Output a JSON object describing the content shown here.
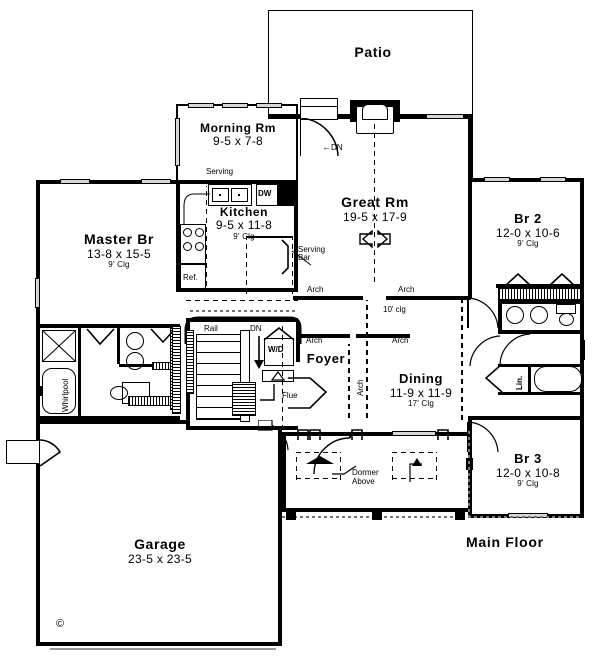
{
  "plan": {
    "floor_label": "Main Floor",
    "copyright_symbol": "©"
  },
  "rooms": [
    {
      "key": "patio",
      "name": "Patio",
      "dim": "",
      "clg": ""
    },
    {
      "key": "morning",
      "name": "Morning  Rm",
      "dim": "9-5 x 7-8",
      "clg": ""
    },
    {
      "key": "kitchen",
      "name": "Kitchen",
      "dim": "9-5 x 11-8",
      "clg": "9' Clg"
    },
    {
      "key": "great",
      "name": "Great  Rm",
      "dim": "19-5 x 17-9",
      "clg": ""
    },
    {
      "key": "master",
      "name": "Master  Br",
      "dim": "13-8 x 15-5",
      "clg": "9' Clg"
    },
    {
      "key": "br2",
      "name": "Br  2",
      "dim": "12-0 x 10-6",
      "clg": "9' Clg"
    },
    {
      "key": "br3",
      "name": "Br  3",
      "dim": "12-0 x 10-8",
      "clg": "9' Clg"
    },
    {
      "key": "foyer",
      "name": "Foyer",
      "dim": "",
      "clg": ""
    },
    {
      "key": "dining",
      "name": "Dining",
      "dim": "11-9 x 11-9",
      "clg": "17' Clg"
    },
    {
      "key": "garage",
      "name": "Garage",
      "dim": "23-5 x 23-5",
      "clg": ""
    }
  ],
  "annotations": {
    "serving": "Serving",
    "dw": "DW",
    "ref": "Ref.",
    "dn_morning": "DN",
    "dn_stair": "DN",
    "serving_bar_line1": "Serving",
    "serving_bar_line2": "Bar",
    "arch_great_left": "Arch",
    "arch_great_right": "Arch",
    "clg_great": "10' clg",
    "arch_foyer": "Arch",
    "arch_dining": "Arch",
    "arch_vertical": "Arch",
    "rail": "Rail",
    "wd": "W/D",
    "flue": "Flue",
    "whirlpool": "Whirlpool",
    "linen": "Lin.",
    "dormer_line1": "Dormer",
    "dormer_line2": "Above"
  },
  "colors": {
    "wall": "#000000",
    "paper": "#ffffff",
    "window_fill": "#d6d6d6",
    "faint": "#777777"
  }
}
